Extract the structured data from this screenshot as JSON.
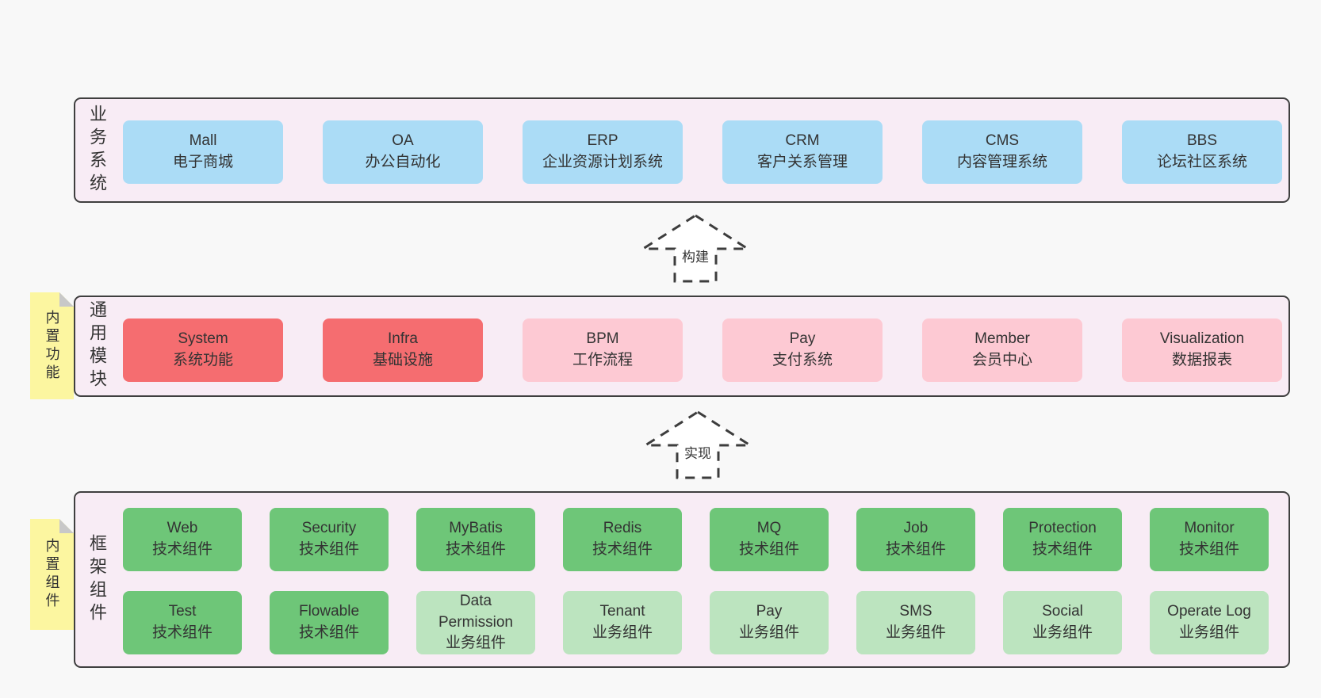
{
  "layers": [
    {
      "label": "业务系统",
      "boxes": [
        {
          "en": "Mall",
          "zh": "电子商城",
          "type": "blue"
        },
        {
          "en": "OA",
          "zh": "办公自动化",
          "type": "blue"
        },
        {
          "en": "ERP",
          "zh": "企业资源计划系统",
          "type": "blue"
        },
        {
          "en": "CRM",
          "zh": "客户关系管理",
          "type": "blue"
        },
        {
          "en": "CMS",
          "zh": "内容管理系统",
          "type": "blue"
        },
        {
          "en": "BBS",
          "zh": "论坛社区系统",
          "type": "blue"
        }
      ]
    },
    {
      "label": "通用模块",
      "note": "内置功能",
      "boxes": [
        {
          "en": "System",
          "zh": "系统功能",
          "type": "red"
        },
        {
          "en": "Infra",
          "zh": "基础设施",
          "type": "red"
        },
        {
          "en": "BPM",
          "zh": "工作流程",
          "type": "pink"
        },
        {
          "en": "Pay",
          "zh": "支付系统",
          "type": "pink"
        },
        {
          "en": "Member",
          "zh": "会员中心",
          "type": "pink"
        },
        {
          "en": "Visualization",
          "zh": "数据报表",
          "type": "pink"
        }
      ]
    },
    {
      "label": "框架组件",
      "note": "内置组件",
      "rows": [
        [
          {
            "en": "Web",
            "zh": "技术组件",
            "type": "green"
          },
          {
            "en": "Security",
            "zh": "技术组件",
            "type": "green"
          },
          {
            "en": "MyBatis",
            "zh": "技术组件",
            "type": "green"
          },
          {
            "en": "Redis",
            "zh": "技术组件",
            "type": "green"
          },
          {
            "en": "MQ",
            "zh": "技术组件",
            "type": "green"
          },
          {
            "en": "Job",
            "zh": "技术组件",
            "type": "green"
          },
          {
            "en": "Protection",
            "zh": "技术组件",
            "type": "green"
          },
          {
            "en": "Monitor",
            "zh": "技术组件",
            "type": "green"
          }
        ],
        [
          {
            "en": "Test",
            "zh": "技术组件",
            "type": "green"
          },
          {
            "en": "Flowable",
            "zh": "技术组件",
            "type": "green"
          },
          {
            "en": "Data Permission",
            "zh": "业务组件",
            "type": "green-light"
          },
          {
            "en": "Tenant",
            "zh": "业务组件",
            "type": "green-light"
          },
          {
            "en": "Pay",
            "zh": "业务组件",
            "type": "green-light"
          },
          {
            "en": "SMS",
            "zh": "业务组件",
            "type": "green-light"
          },
          {
            "en": "Social",
            "zh": "业务组件",
            "type": "green-light"
          },
          {
            "en": "Operate Log",
            "zh": "业务组件",
            "type": "green-light"
          }
        ]
      ]
    }
  ],
  "arrows": [
    {
      "label": "构建"
    },
    {
      "label": "实现"
    }
  ],
  "colors": {
    "background": "#f8f8f8",
    "container_fill": "#f8ecf5",
    "container_border": "#3f3f3f",
    "box_blue": "#abdcf6",
    "box_red": "#f56d70",
    "box_pink": "#fdc9d3",
    "box_green": "#6ec678",
    "box_green_light": "#bce4bf",
    "sticky_yellow": "#fcf6a0",
    "sticky_fold": "#c8c8c8",
    "text": "#333333"
  }
}
